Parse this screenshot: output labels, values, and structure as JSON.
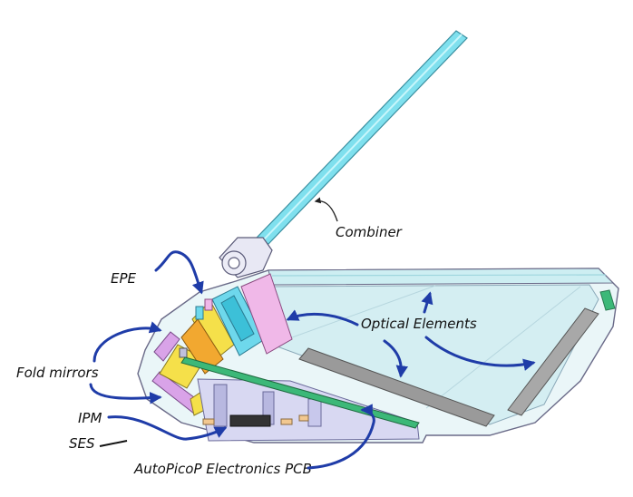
{
  "labels": {
    "combiner": "Combiner",
    "epe": "EPE",
    "optical_elements": "Optical Elements",
    "fold_mirrors": "Fold mirrors",
    "ipm": "IPM",
    "ses": "SES",
    "pcb": "AutoPicoP Electronics PCB"
  },
  "colors": {
    "arrow": "#1f3ca8",
    "combiner": "#7fe0ee",
    "housing": "#e6f4f6",
    "fold_mirror": "#d9a3e8",
    "yellow_optics": "#f5e04a",
    "orange_optics": "#f2a830",
    "cyan_optics": "#6ed8ec",
    "pink_optics": "#f0b8e8",
    "pcb": "#3cb878",
    "grey_plate": "#9a9a9a"
  }
}
